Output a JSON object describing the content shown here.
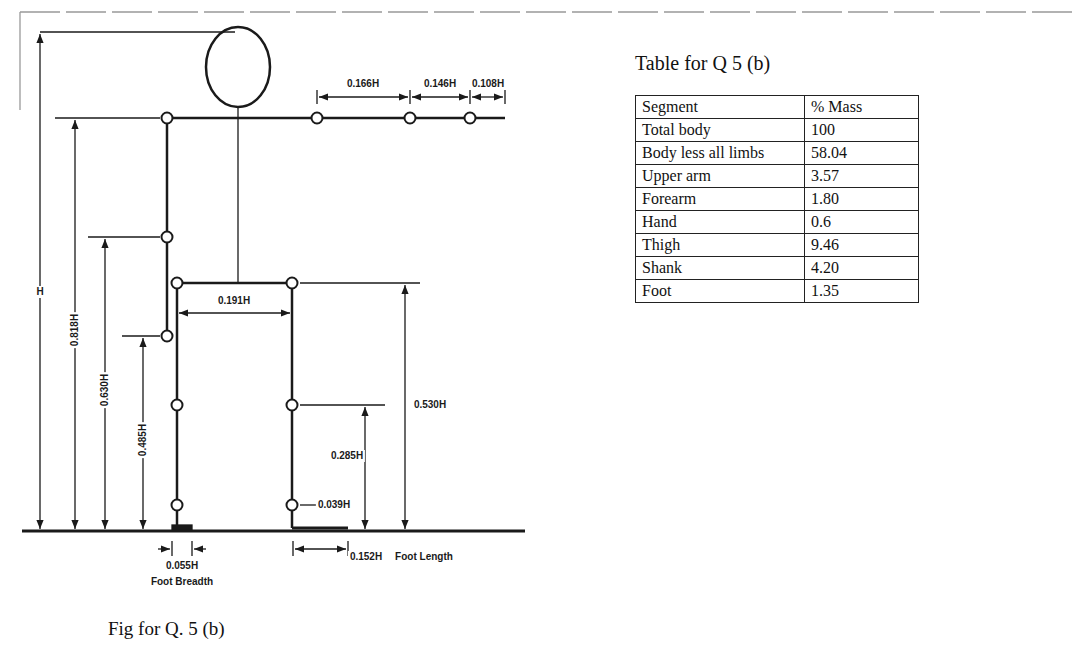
{
  "diagram": {
    "caption": "Fig for Q. 5 (b)",
    "labels": [
      "H",
      "0.818H",
      "0.630H",
      "0.485H",
      "0.166H",
      "0.146H",
      "0.108H",
      "0.191H",
      "0.530H",
      "0.285H",
      "0.039H",
      "0.055H",
      "Foot Breadth",
      "0.152H",
      "Foot Length",
      "Table for Q 5 (b)",
      "Segment",
      "% Mass",
      "Total body",
      "100",
      "Body less all limbs",
      "58.04",
      "Upper arm",
      "3.57",
      "Forearm",
      "1.80",
      "Hand",
      "0.6",
      "Thigh",
      "9.46",
      "Shank",
      "4.20",
      "Foot",
      "1.35"
    ]
  }
}
